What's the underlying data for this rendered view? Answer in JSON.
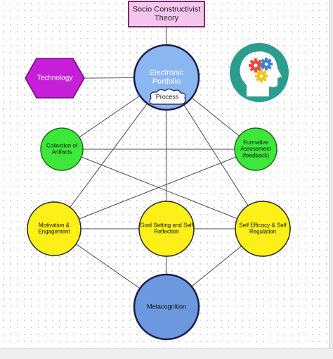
{
  "diagram": {
    "nodes": [
      {
        "id": "theory",
        "label": [
          "Socio Constructivist",
          "Theory"
        ],
        "shape": "rect",
        "fill": "#f5c6ee",
        "stroke": "#7a2a6a",
        "text_color": "#222222"
      },
      {
        "id": "technology",
        "label": [
          "Technology"
        ],
        "shape": "hexagon",
        "fill": "#c71fd9",
        "stroke": "#6a0b77",
        "text_color": "#ffffff"
      },
      {
        "id": "portfolio",
        "label": [
          "Electronic",
          "Portfolio"
        ],
        "shape": "circle",
        "fill": "#8ab6f2",
        "stroke": "#1b1b4a",
        "text_color": "#ffffff"
      },
      {
        "id": "process",
        "label": [
          "Process"
        ],
        "shape": "cloud",
        "fill": "#ffffff",
        "stroke": "#1b1b4a",
        "text_color": "#222222"
      },
      {
        "id": "collection",
        "label": [
          "Collection of",
          "Artifacts"
        ],
        "shape": "circle",
        "fill": "#3ee83a",
        "stroke": "#1e6b1a",
        "text_color": "#111111"
      },
      {
        "id": "formative",
        "label": [
          "Formative",
          "Assessment",
          "(feedback)"
        ],
        "shape": "circle",
        "fill": "#3ee83a",
        "stroke": "#1e6b1a",
        "text_color": "#111111"
      },
      {
        "id": "motivation",
        "label": [
          "Motivation &",
          "Engagement"
        ],
        "shape": "circle",
        "fill": "#fcf018",
        "stroke": "#222222",
        "text_color": "#111111"
      },
      {
        "id": "goal",
        "label": [
          "Goal Setting and Self",
          "Reflection"
        ],
        "shape": "circle",
        "fill": "#fcf018",
        "stroke": "#222222",
        "text_color": "#111111"
      },
      {
        "id": "efficacy",
        "label": [
          "Self Efficacy & Self",
          "Regulation"
        ],
        "shape": "circle",
        "fill": "#fcf018",
        "stroke": "#222222",
        "text_color": "#111111"
      },
      {
        "id": "metacognition",
        "label": [
          "Metacognition"
        ],
        "shape": "circle",
        "fill": "#6b98de",
        "stroke": "#1b1b4a",
        "text_color": "#111111"
      }
    ],
    "edges": [
      [
        "theory",
        "portfolio"
      ],
      [
        "technology",
        "portfolio"
      ],
      [
        "portfolio",
        "collection"
      ],
      [
        "portfolio",
        "formative"
      ],
      [
        "portfolio",
        "motivation"
      ],
      [
        "portfolio",
        "goal"
      ],
      [
        "portfolio",
        "efficacy"
      ],
      [
        "collection",
        "formative"
      ],
      [
        "collection",
        "efficacy"
      ],
      [
        "formative",
        "motivation"
      ],
      [
        "motivation",
        "goal"
      ],
      [
        "goal",
        "efficacy"
      ],
      [
        "motivation",
        "metacognition"
      ],
      [
        "goal",
        "metacognition"
      ],
      [
        "efficacy",
        "metacognition"
      ]
    ],
    "brain_icon": {
      "name": "brain-gears-icon",
      "bg": "#2a9d8f",
      "head": "#ffffff",
      "gear_colors": [
        "#e74c3c",
        "#3d7fd1",
        "#f1c40f"
      ]
    }
  }
}
